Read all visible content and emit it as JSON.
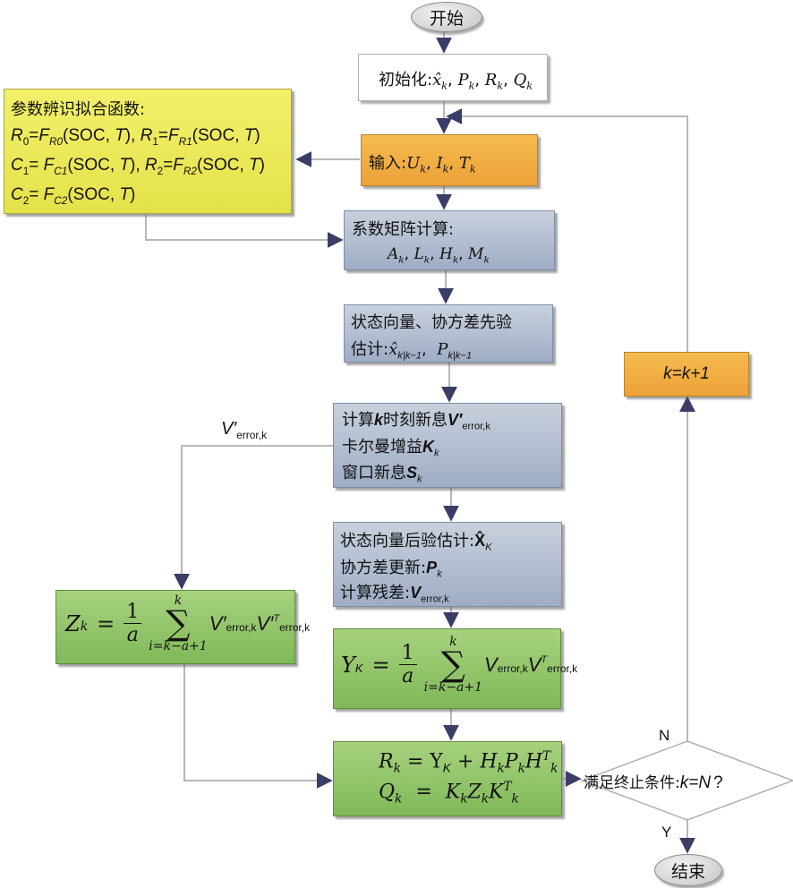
{
  "start": {
    "label": "开始"
  },
  "end": {
    "label": "结束"
  },
  "init": {
    "prefix": "初始化:",
    "vars": [
      "x̂",
      "P",
      "R",
      "Q"
    ],
    "sub": "k"
  },
  "params": {
    "title": "参数辨识拟合函数:",
    "lines": [
      "R0=FR0(SOC, T), R1=FR1(SOC, T)",
      "C1= FC1(SOC, T), R2=FR2(SOC, T)",
      "C2= FC2(SOC, T)"
    ],
    "soc": "SOC",
    "t": "T"
  },
  "input": {
    "prefix": "输入:",
    "vars": [
      "U",
      "I",
      "T"
    ],
    "sub": "k"
  },
  "coeff": {
    "title": "系数矩阵计算:",
    "vars": [
      "A",
      "L",
      "H",
      "M"
    ],
    "sub": "k"
  },
  "prior": {
    "line1": "状态向量、协方差先验",
    "line2_prefix": "估计:",
    "x": "x̂",
    "p": "P",
    "sub": "k|k−1"
  },
  "innov": {
    "line1_prefix": "计算",
    "line1_k": "k",
    "line1_mid": "时刻新息",
    "v": "V′",
    "vsub": "error,k",
    "line2_prefix": "卡尔曼增益",
    "line2_var": "K",
    "line2_sub": "k",
    "line3_prefix": "窗口新息",
    "line3_var": "S",
    "line3_sub": "k"
  },
  "posterior": {
    "line1_prefix": "状态向量后验估计:",
    "line1_var": "X̂",
    "line1_sub": "K",
    "line2_prefix": "协方差更新:",
    "line2_var": "P",
    "line2_sub": "k",
    "line3_prefix": "计算残差:",
    "line3_var": "V",
    "line3_sub": "error,k"
  },
  "zk": {
    "lhs": "Z",
    "lhs_sub": "k",
    "eq": "=",
    "num": "1",
    "den": "a",
    "sum_top": "k",
    "sum_bot": "i=k−a+1",
    "term": "V′",
    "term_sub": "error,k",
    "term2": "V′",
    "term2_sup": "T",
    "term2_sub": "error,k"
  },
  "yk": {
    "lhs": "Y",
    "lhs_sub": "K",
    "eq": "=",
    "num": "1",
    "den": "a",
    "sum_top": "k",
    "sum_bot": "i=k−a+1",
    "term": "V",
    "term_sub": "error,k",
    "term2": "V",
    "term2_sup": "T",
    "term2_sub": "error,k"
  },
  "update": {
    "r_line": {
      "lhs": "R",
      "lhs_sub": "k",
      "rhs": "= Y",
      "rhs_sub": "K",
      "plus": "+ H",
      "h_sub": "k",
      "p": "P",
      "p_sub": "k",
      "h2": "H",
      "h2_sub": "k",
      "h2_sup": "T"
    },
    "q_line": {
      "lhs": "Q",
      "lhs_sub": "k",
      "eq": "=",
      "k1": "K",
      "k1_sub": "k",
      "z": "Z",
      "z_sub": "k",
      "k2": "K",
      "k2_sub": "k",
      "k2_sup": "T"
    }
  },
  "decision": {
    "prefix": "满足终止条件:",
    "cond": "k=N",
    "q": "?",
    "yes": "Y",
    "no": "N"
  },
  "increment": {
    "label": "k=k+1"
  },
  "edge_label_verror": {
    "v": "V′",
    "sub": "error,k"
  },
  "colors": {
    "yellow": "#e8e655",
    "orange": "#f0ad42",
    "blue": "#b2bdd0",
    "green": "#92c46a",
    "arrow": "#3a3d66",
    "line": "#b8b8b8"
  }
}
